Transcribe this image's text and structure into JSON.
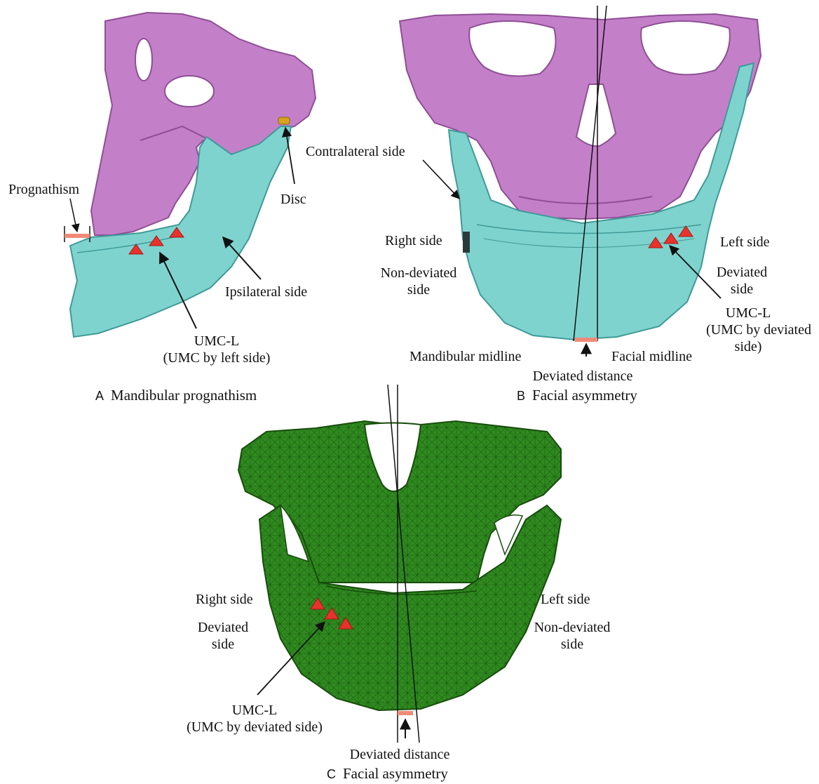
{
  "panel_a": {
    "prognathism": "Prognathism",
    "disc": "Disc",
    "ipsilateral_side": "Ipsilateral side",
    "umc_l": "UMC-L",
    "umc_l_detail": "(UMC by left side)",
    "caption_letter": "A",
    "caption_text": "Mandibular prognathism"
  },
  "panel_b": {
    "contralateral_side": "Contralateral side",
    "right_side": "Right side",
    "non_deviated_1": "Non-deviated",
    "non_deviated_2": "side",
    "left_side": "Left side",
    "deviated_1": "Deviated",
    "deviated_2": "side",
    "umc_l": "UMC-L",
    "umc_l_detail_1": "(UMC by deviated",
    "umc_l_detail_2": "side)",
    "mandibular_midline": "Mandibular midline",
    "facial_midline": "Facial midline",
    "deviated_distance": "Deviated distance",
    "caption_letter": "B",
    "caption_text": "Facial asymmetry"
  },
  "panel_c": {
    "right_side": "Right side",
    "deviated_1": "Deviated",
    "deviated_2": "side",
    "left_side": "Left side",
    "non_deviated_1": "Non-deviated",
    "non_deviated_2": "side",
    "umc_l": "UMC-L",
    "umc_l_detail": "(UMC by deviated side)",
    "deviated_distance": "Deviated distance",
    "caption_letter": "C",
    "caption_text": "Facial asymmetry"
  },
  "colors": {
    "skull": "#c47fc9",
    "skull_dark": "#8e4f95",
    "mandible": "#7fd3cf",
    "mandible_dark": "#3f9a97",
    "mesh": "#2f8a1f",
    "mesh_dark": "#174d0c",
    "marker": "#e8322b",
    "disc": "#d9a21b",
    "gap": "#f08a78"
  }
}
